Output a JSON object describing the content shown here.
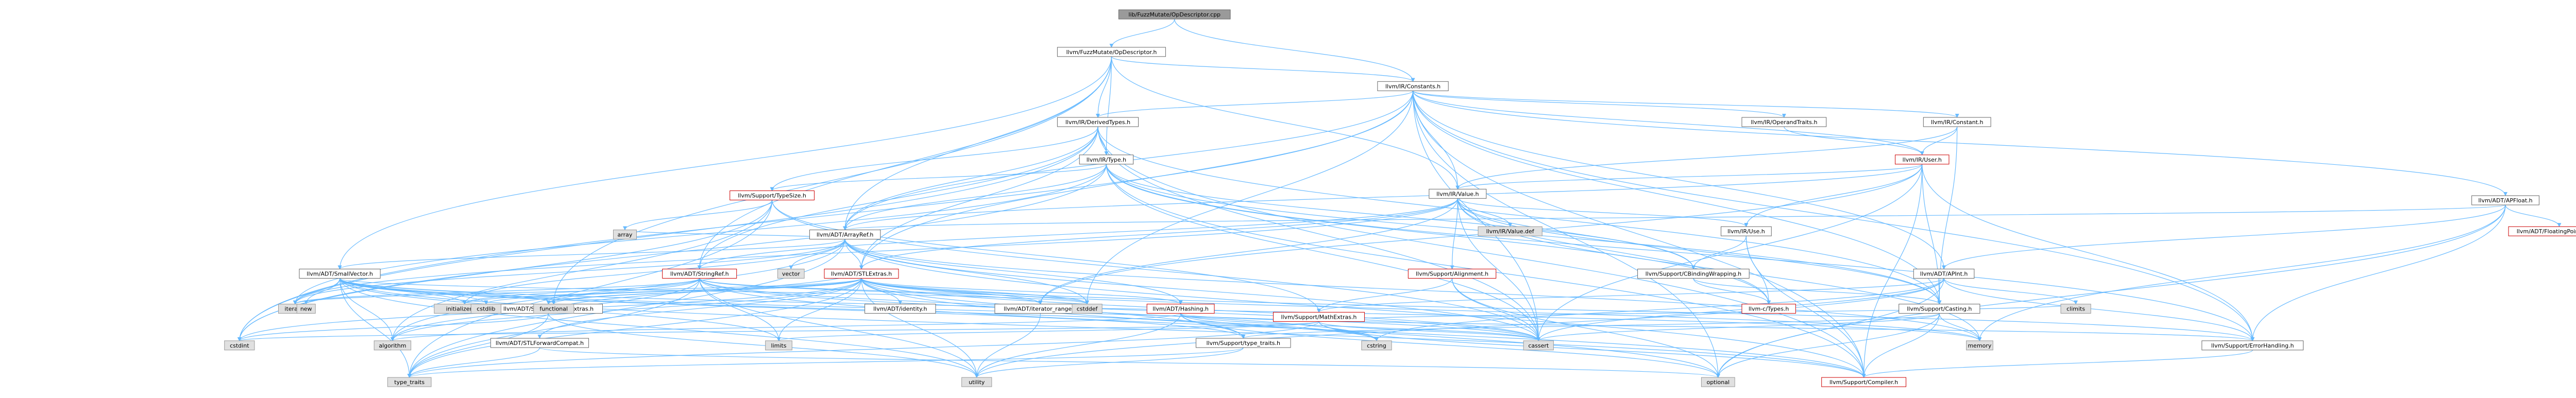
{
  "nodes": [
    {
      "id": "root",
      "label": "lib/FuzzMutate/OpDescriptor.cpp",
      "kind": "root"
    },
    {
      "id": "opdesc_h",
      "label": "llvm/FuzzMutate/OpDescriptor.h",
      "kind": "normal"
    },
    {
      "id": "constants",
      "label": "llvm/IR/Constants.h",
      "kind": "normal"
    },
    {
      "id": "optrans",
      "label": "llvm/IR/OperandTraits.h",
      "kind": "normal"
    },
    {
      "id": "constant",
      "label": "llvm/IR/Constant.h",
      "kind": "normal"
    },
    {
      "id": "derived",
      "label": "llvm/IR/DerivedTypes.h",
      "kind": "normal"
    },
    {
      "id": "user",
      "label": "llvm/IR/User.h",
      "kind": "red"
    },
    {
      "id": "type",
      "label": "llvm/IR/Type.h",
      "kind": "normal"
    },
    {
      "id": "apfloat",
      "label": "llvm/ADT/APFloat.h",
      "kind": "normal"
    },
    {
      "id": "typesize",
      "label": "llvm/Support/TypeSize.h",
      "kind": "red"
    },
    {
      "id": "value",
      "label": "llvm/IR/Value.h",
      "kind": "normal"
    },
    {
      "id": "fpmode",
      "label": "llvm/ADT/FloatingPointMode.h",
      "kind": "red"
    },
    {
      "id": "arrayref",
      "label": "llvm/ADT/ArrayRef.h",
      "kind": "normal"
    },
    {
      "id": "valuedef",
      "label": "llvm/IR/Value.def",
      "kind": "gray"
    },
    {
      "id": "use",
      "label": "llvm/IR/Use.h",
      "kind": "normal"
    },
    {
      "id": "apint",
      "label": "llvm/ADT/APInt.h",
      "kind": "normal"
    },
    {
      "id": "smallvec",
      "label": "llvm/ADT/SmallVector.h",
      "kind": "normal"
    },
    {
      "id": "stringref",
      "label": "llvm/ADT/StringRef.h",
      "kind": "red"
    },
    {
      "id": "stlextras",
      "label": "llvm/ADT/STLExtras.h",
      "kind": "red"
    },
    {
      "id": "alignment",
      "label": "llvm/Support/Alignment.h",
      "kind": "red"
    },
    {
      "id": "cbinding",
      "label": "llvm/Support/CBindingWrapping.h",
      "kind": "normal"
    },
    {
      "id": "casting",
      "label": "llvm/Support/Casting.h",
      "kind": "normal"
    },
    {
      "id": "ctypes",
      "label": "llvm-c/Types.h",
      "kind": "red"
    },
    {
      "id": "stlfunc",
      "label": "llvm/ADT/STLFunctionalExtras.h",
      "kind": "normal"
    },
    {
      "id": "identity",
      "label": "llvm/ADT/identity.h",
      "kind": "normal"
    },
    {
      "id": "iterrange",
      "label": "llvm/ADT/iterator_range.h",
      "kind": "normal"
    },
    {
      "id": "hashing",
      "label": "llvm/ADT/Hashing.h",
      "kind": "red"
    },
    {
      "id": "mathextras",
      "label": "llvm/Support/MathExtras.h",
      "kind": "red"
    },
    {
      "id": "stlfwd",
      "label": "llvm/ADT/STLForwardCompat.h",
      "kind": "normal"
    },
    {
      "id": "typetraits",
      "label": "llvm/Support/type_traits.h",
      "kind": "normal"
    },
    {
      "id": "errhandling",
      "label": "llvm/Support/ErrorHandling.h",
      "kind": "normal"
    },
    {
      "id": "compiler",
      "label": "llvm/Support/Compiler.h",
      "kind": "red"
    },
    {
      "id": "array",
      "label": "array",
      "kind": "gray"
    },
    {
      "id": "iterator",
      "label": "iterator",
      "kind": "gray"
    },
    {
      "id": "new",
      "label": "new",
      "kind": "gray"
    },
    {
      "id": "initlist",
      "label": "initializer_list",
      "kind": "gray"
    },
    {
      "id": "cstdlib",
      "label": "cstdlib",
      "kind": "gray"
    },
    {
      "id": "vector",
      "label": "vector",
      "kind": "gray"
    },
    {
      "id": "functional",
      "label": "functional",
      "kind": "gray"
    },
    {
      "id": "cstddef",
      "label": "cstddef",
      "kind": "gray"
    },
    {
      "id": "climits",
      "label": "climits",
      "kind": "gray"
    },
    {
      "id": "memory",
      "label": "memory",
      "kind": "gray"
    },
    {
      "id": "cassert",
      "label": "cassert",
      "kind": "gray"
    },
    {
      "id": "cstdint",
      "label": "cstdint",
      "kind": "gray"
    },
    {
      "id": "algorithm",
      "label": "algorithm",
      "kind": "gray"
    },
    {
      "id": "limits",
      "label": "limits",
      "kind": "gray"
    },
    {
      "id": "cstring",
      "label": "cstring",
      "kind": "gray"
    },
    {
      "id": "typetraits_std",
      "label": "type_traits",
      "kind": "gray"
    },
    {
      "id": "utility",
      "label": "utility",
      "kind": "gray"
    },
    {
      "id": "optional",
      "label": "optional",
      "kind": "gray"
    }
  ],
  "edges": [
    [
      "root",
      "opdesc_h"
    ],
    [
      "root",
      "constants"
    ],
    [
      "opdesc_h",
      "constants"
    ],
    [
      "opdesc_h",
      "derived"
    ],
    [
      "opdesc_h",
      "type"
    ],
    [
      "opdesc_h",
      "value"
    ],
    [
      "opdesc_h",
      "arrayref"
    ],
    [
      "opdesc_h",
      "smallvec"
    ],
    [
      "opdesc_h",
      "stringref"
    ],
    [
      "opdesc_h",
      "functional"
    ],
    [
      "constants",
      "optrans"
    ],
    [
      "constants",
      "constant"
    ],
    [
      "constants",
      "derived"
    ],
    [
      "constants",
      "user"
    ],
    [
      "constants",
      "value"
    ],
    [
      "constants",
      "apfloat"
    ],
    [
      "constants",
      "apint"
    ],
    [
      "constants",
      "arrayref"
    ],
    [
      "constants",
      "stlextras"
    ],
    [
      "constants",
      "casting"
    ],
    [
      "constants",
      "compiler"
    ],
    [
      "constants",
      "errhandling"
    ],
    [
      "constants",
      "cassert"
    ],
    [
      "constants",
      "cstddef"
    ],
    [
      "constants",
      "cstdint"
    ],
    [
      "constants",
      "optional"
    ],
    [
      "optrans",
      "user"
    ],
    [
      "constant",
      "user"
    ],
    [
      "constant",
      "value"
    ],
    [
      "constant",
      "casting"
    ],
    [
      "derived",
      "type"
    ],
    [
      "derived",
      "arrayref"
    ],
    [
      "derived",
      "stlextras"
    ],
    [
      "derived",
      "stringref"
    ],
    [
      "derived",
      "typesize"
    ],
    [
      "derived",
      "casting"
    ],
    [
      "derived",
      "compiler"
    ],
    [
      "derived",
      "cassert"
    ],
    [
      "derived",
      "cstdint"
    ],
    [
      "user",
      "use"
    ],
    [
      "user",
      "value"
    ],
    [
      "user",
      "arrayref"
    ],
    [
      "user",
      "iterrange"
    ],
    [
      "user",
      "casting"
    ],
    [
      "user",
      "compiler"
    ],
    [
      "user",
      "errhandling"
    ],
    [
      "user",
      "cassert"
    ],
    [
      "type",
      "arrayref"
    ],
    [
      "type",
      "typesize"
    ],
    [
      "type",
      "cbinding"
    ],
    [
      "type",
      "casting"
    ],
    [
      "type",
      "compiler"
    ],
    [
      "type",
      "errhandling"
    ],
    [
      "type",
      "ctypes"
    ],
    [
      "type",
      "cassert"
    ],
    [
      "type",
      "cstdint"
    ],
    [
      "type",
      "iterator"
    ],
    [
      "apfloat",
      "apint"
    ],
    [
      "apfloat",
      "arrayref"
    ],
    [
      "apfloat",
      "fpmode"
    ],
    [
      "apfloat",
      "errhandling"
    ],
    [
      "apfloat",
      "memory"
    ],
    [
      "apfloat",
      "optional"
    ],
    [
      "typesize",
      "mathextras"
    ],
    [
      "typesize",
      "algorithm"
    ],
    [
      "typesize",
      "array"
    ],
    [
      "typesize",
      "cassert"
    ],
    [
      "typesize",
      "cstdint"
    ],
    [
      "typesize",
      "typetraits_std"
    ],
    [
      "value",
      "use"
    ],
    [
      "value",
      "valuedef"
    ],
    [
      "value",
      "alignment"
    ],
    [
      "value",
      "cbinding"
    ],
    [
      "value",
      "casting"
    ],
    [
      "value",
      "ctypes"
    ],
    [
      "value",
      "cassert"
    ],
    [
      "value",
      "iterator"
    ],
    [
      "value",
      "memory"
    ],
    [
      "value",
      "stlextras"
    ],
    [
      "value",
      "iterrange"
    ],
    [
      "value",
      "stringref"
    ],
    [
      "arrayref",
      "hashing"
    ],
    [
      "arrayref",
      "smallvec"
    ],
    [
      "arrayref",
      "stlextras"
    ],
    [
      "arrayref",
      "compiler"
    ],
    [
      "arrayref",
      "algorithm"
    ],
    [
      "arrayref",
      "array"
    ],
    [
      "arrayref",
      "cassert"
    ],
    [
      "arrayref",
      "cstddef"
    ],
    [
      "arrayref",
      "initlist"
    ],
    [
      "arrayref",
      "iterator"
    ],
    [
      "arrayref",
      "memory"
    ],
    [
      "arrayref",
      "typetraits_std"
    ],
    [
      "arrayref",
      "vector"
    ],
    [
      "use",
      "cbinding"
    ],
    [
      "use",
      "compiler"
    ],
    [
      "use",
      "ctypes"
    ],
    [
      "apint",
      "support_bit"
    ],
    [
      "apint",
      "mathextras"
    ],
    [
      "apint",
      "errhandling"
    ],
    [
      "apint",
      "cassert"
    ],
    [
      "apint",
      "climits"
    ],
    [
      "apint",
      "cstring"
    ],
    [
      "apint",
      "optional"
    ],
    [
      "apint",
      "utility"
    ],
    [
      "smallvec",
      "compiler"
    ],
    [
      "smallvec",
      "typetraits"
    ],
    [
      "smallvec",
      "algorithm"
    ],
    [
      "smallvec",
      "cassert"
    ],
    [
      "smallvec",
      "cstddef"
    ],
    [
      "smallvec",
      "cstdlib"
    ],
    [
      "smallvec",
      "cstring"
    ],
    [
      "smallvec",
      "functional"
    ],
    [
      "smallvec",
      "initlist"
    ],
    [
      "smallvec",
      "iterator"
    ],
    [
      "smallvec",
      "limits"
    ],
    [
      "smallvec",
      "memory"
    ],
    [
      "smallvec",
      "new"
    ],
    [
      "smallvec",
      "typetraits_std"
    ],
    [
      "smallvec",
      "utility"
    ],
    [
      "stringref",
      "stlfunc"
    ],
    [
      "stringref",
      "iterrange"
    ],
    [
      "stringref",
      "compiler"
    ],
    [
      "stringref",
      "algorithm"
    ],
    [
      "stringref",
      "cassert"
    ],
    [
      "stringref",
      "cstddef"
    ],
    [
      "stringref",
      "cstring"
    ],
    [
      "stringref",
      "initlist"
    ],
    [
      "stringref",
      "iterator"
    ],
    [
      "stringref",
      "limits"
    ],
    [
      "stringref",
      "typetraits_std"
    ],
    [
      "stringref",
      "utility"
    ],
    [
      "stlextras",
      "hashing"
    ],
    [
      "stlextras",
      "stlforward"
    ],
    [
      "stlextras",
      "stlfunc"
    ],
    [
      "stlextras",
      "identity"
    ],
    [
      "stlextras",
      "iterrange"
    ],
    [
      "stlextras",
      "typetraits"
    ],
    [
      "stlextras",
      "errhandling"
    ],
    [
      "stlextras",
      "stlfwd"
    ],
    [
      "stlextras",
      "algorithm"
    ],
    [
      "stlextras",
      "cassert"
    ],
    [
      "stlextras",
      "cstddef"
    ],
    [
      "stlextras",
      "cstdint"
    ],
    [
      "stlextras",
      "cstdlib"
    ],
    [
      "stlextras",
      "functional"
    ],
    [
      "stlextras",
      "initlist"
    ],
    [
      "stlextras",
      "iterator"
    ],
    [
      "stlextras",
      "limits"
    ],
    [
      "stlextras",
      "memory"
    ],
    [
      "stlextras",
      "optional"
    ],
    [
      "stlextras",
      "typetraits_std"
    ],
    [
      "stlextras",
      "utility"
    ],
    [
      "alignment",
      "mathextras"
    ],
    [
      "alignment",
      "cassert"
    ],
    [
      "alignment",
      "optional"
    ],
    [
      "cbinding",
      "ctypes"
    ],
    [
      "cbinding",
      "casting"
    ],
    [
      "casting",
      "compiler"
    ],
    [
      "casting",
      "typetraits"
    ],
    [
      "casting",
      "cassert"
    ],
    [
      "casting",
      "memory"
    ],
    [
      "casting",
      "optional"
    ],
    [
      "stlfunc",
      "stlextras"
    ],
    [
      "stlfunc",
      "cstdint"
    ],
    [
      "stlfunc",
      "typetraits_std"
    ],
    [
      "stlfunc",
      "utility"
    ],
    [
      "iterrange",
      "utility"
    ],
    [
      "hashing",
      "errhandling"
    ],
    [
      "hashing",
      "typetraits"
    ],
    [
      "hashing",
      "algorithm"
    ],
    [
      "hashing",
      "cassert"
    ],
    [
      "hashing",
      "cstring"
    ],
    [
      "hashing",
      "optional"
    ],
    [
      "hashing",
      "utility"
    ],
    [
      "mathextras",
      "compiler"
    ],
    [
      "mathextras",
      "cassert"
    ],
    [
      "mathextras",
      "climits"
    ],
    [
      "mathextras",
      "cstdint"
    ],
    [
      "mathextras",
      "cstring"
    ],
    [
      "mathextras",
      "limits"
    ],
    [
      "mathextras",
      "typetraits_std"
    ],
    [
      "stlfwd",
      "optional"
    ],
    [
      "stlfwd",
      "typetraits_std"
    ],
    [
      "typetraits",
      "typetraits_std"
    ],
    [
      "typetraits",
      "utility"
    ],
    [
      "errhandling",
      "compiler"
    ]
  ]
}
